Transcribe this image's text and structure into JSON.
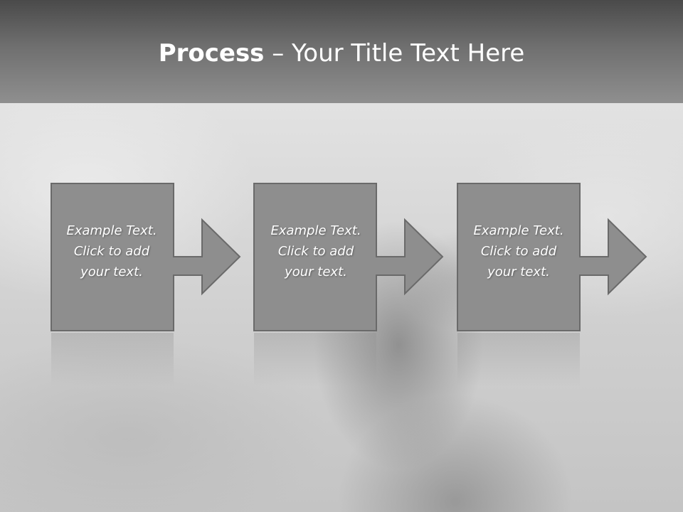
{
  "slide": {
    "title_bold": "Process",
    "title_rest": " – Your Title Text Here"
  },
  "steps": [
    {
      "text": "Example Text.\nClick  to add\nyour text."
    },
    {
      "text": "Example Text.\nClick  to add\nyour text."
    },
    {
      "text": "Example Text.\nClick  to add\nyour text."
    }
  ],
  "colors": {
    "box_fill": "#8e8e8e",
    "box_stroke": "#6a6a6a",
    "title_bar": "#5a5a5a"
  }
}
